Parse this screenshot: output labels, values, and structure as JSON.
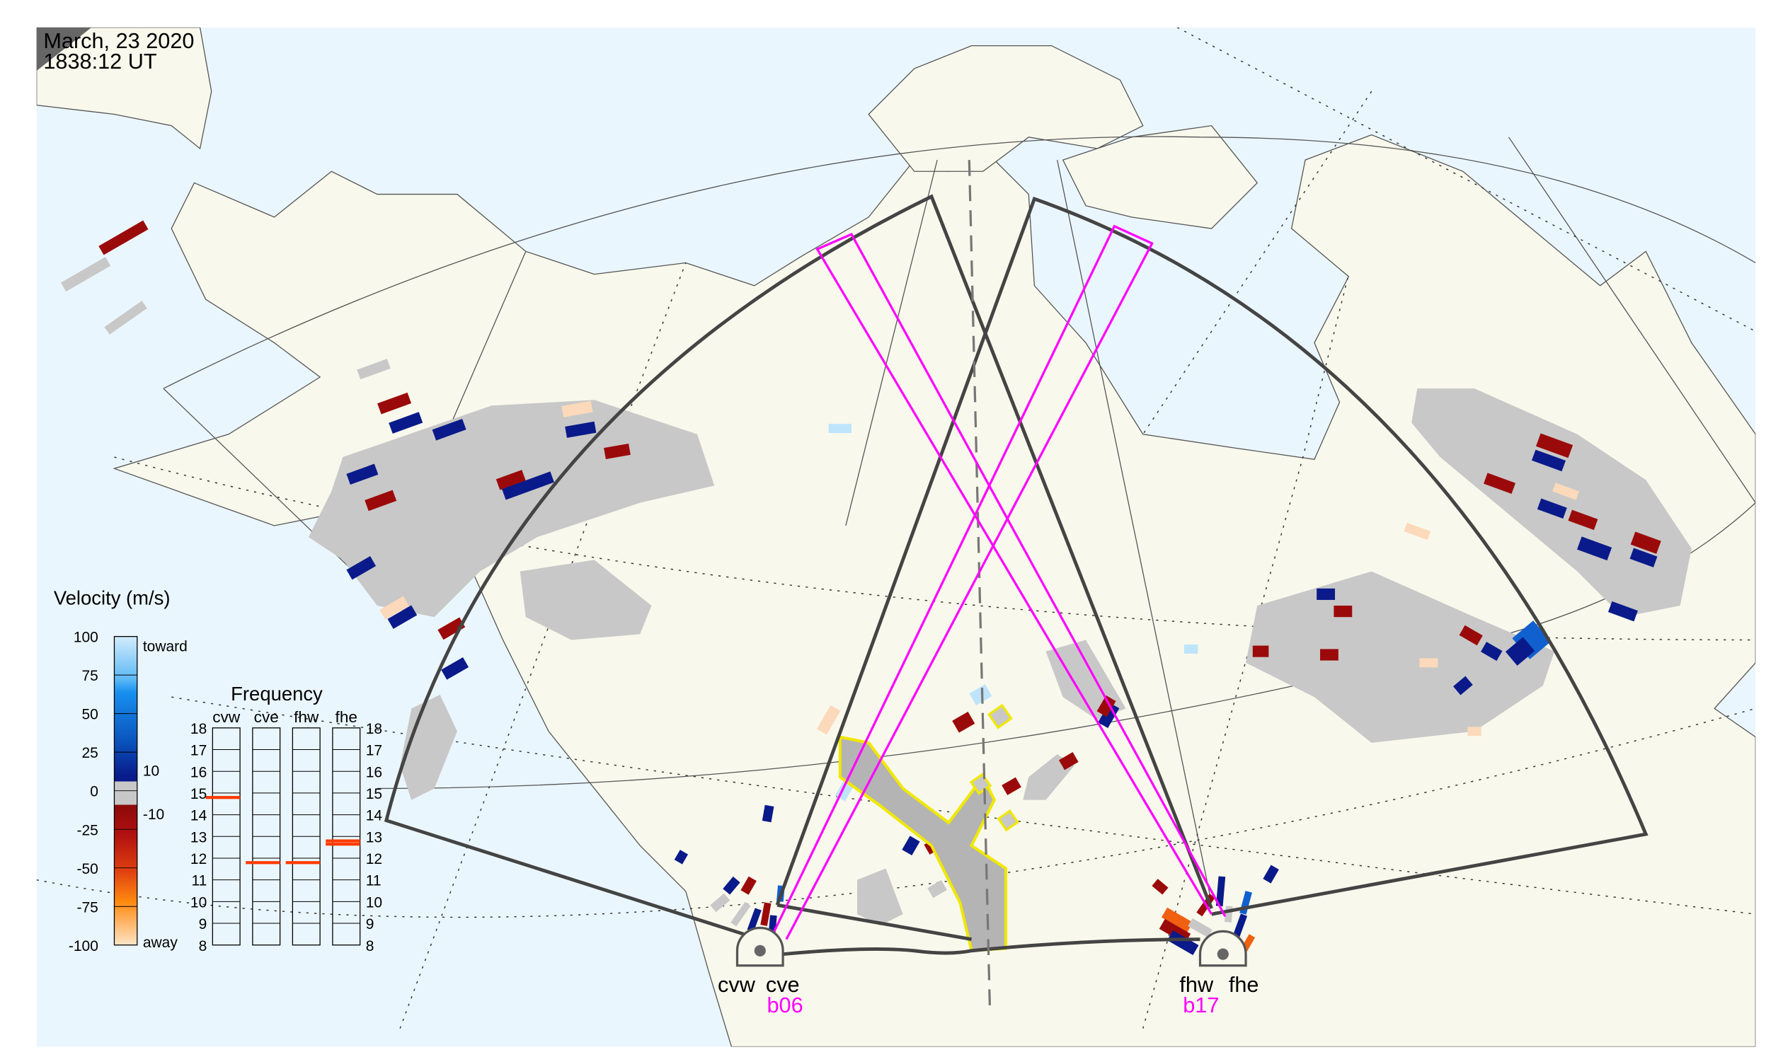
{
  "header": {
    "date": "March, 23 2020",
    "time": "1838:12 UT"
  },
  "velocity_legend": {
    "title": "Velocity (m/s)",
    "ticks": [
      "100",
      "75",
      "50",
      "25",
      "0",
      "-25",
      "-50",
      "-75",
      "-100"
    ],
    "toward_label": "toward",
    "away_label": "away",
    "ground_scatter_upper": "10",
    "ground_scatter_lower": "-10"
  },
  "frequency_panel": {
    "title": "Frequency",
    "radars": [
      "cvw",
      "cve",
      "fhw",
      "fhe"
    ],
    "ticks": [
      "18",
      "17",
      "16",
      "15",
      "14",
      "13",
      "12",
      "11",
      "10",
      "9",
      "8"
    ],
    "values_mhz": {
      "cvw": [
        14.8
      ],
      "cve": [
        11.8
      ],
      "fhw": [
        11.8
      ],
      "fhe": [
        12.65,
        12.8
      ]
    }
  },
  "sites": {
    "cvw": "cvw",
    "cve": "cve",
    "fhw": "fhw",
    "fhe": "fhe",
    "beam_cve": "b06",
    "beam_fhw": "b17"
  },
  "colors": {
    "ocean": "#eaf6fd",
    "land": "#f8f8ec",
    "fov": "#444444",
    "beam": "#ff00ff",
    "ground_scatter": "#c8c8c8",
    "highlight": "#f0e800"
  }
}
